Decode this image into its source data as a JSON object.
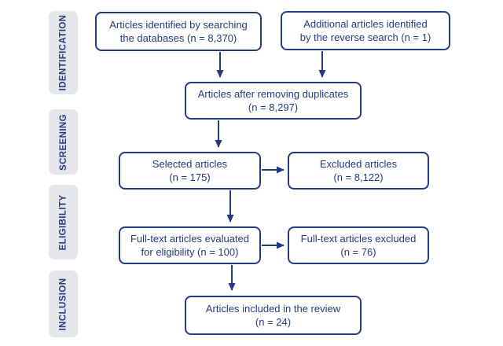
{
  "colors": {
    "navy": "#263a7f",
    "sidebar_bg": "#e5e7ec",
    "background": "#ffffff"
  },
  "sidebar": {
    "stages": [
      {
        "label": "IDENTIFICATION"
      },
      {
        "label": "SCREENING"
      },
      {
        "label": "ELIGIBILITY"
      },
      {
        "label": "INCLUSION"
      }
    ]
  },
  "flowchart": {
    "boxes": [
      {
        "id": "identified-databases",
        "line1": "Articles identified by searching",
        "line2": "the databases (n = 8,370)",
        "n": 8370
      },
      {
        "id": "additional-reverse-search",
        "line1": "Additional articles identified",
        "line2": "by the reverse search (n = 1)",
        "n": 1
      },
      {
        "id": "after-duplicates-removed",
        "line1": "Articles after removing duplicates",
        "line2": "(n = 8,297)",
        "n": 8297
      },
      {
        "id": "selected-articles",
        "line1": "Selected articles",
        "line2": "(n = 175)",
        "n": 175
      },
      {
        "id": "excluded-articles",
        "line1": "Excluded articles",
        "line2": "(n = 8,122)",
        "n": 8122
      },
      {
        "id": "fulltext-evaluated",
        "line1": "Full-text articles evaluated",
        "line2": "for eligibility (n = 100)",
        "n": 100
      },
      {
        "id": "fulltext-excluded",
        "line1": "Full-text articles excluded",
        "line2": "(n = 76)",
        "n": 76
      },
      {
        "id": "included-in-review",
        "line1": "Articles included in the review",
        "line2": "(n = 24)",
        "n": 24
      }
    ]
  }
}
